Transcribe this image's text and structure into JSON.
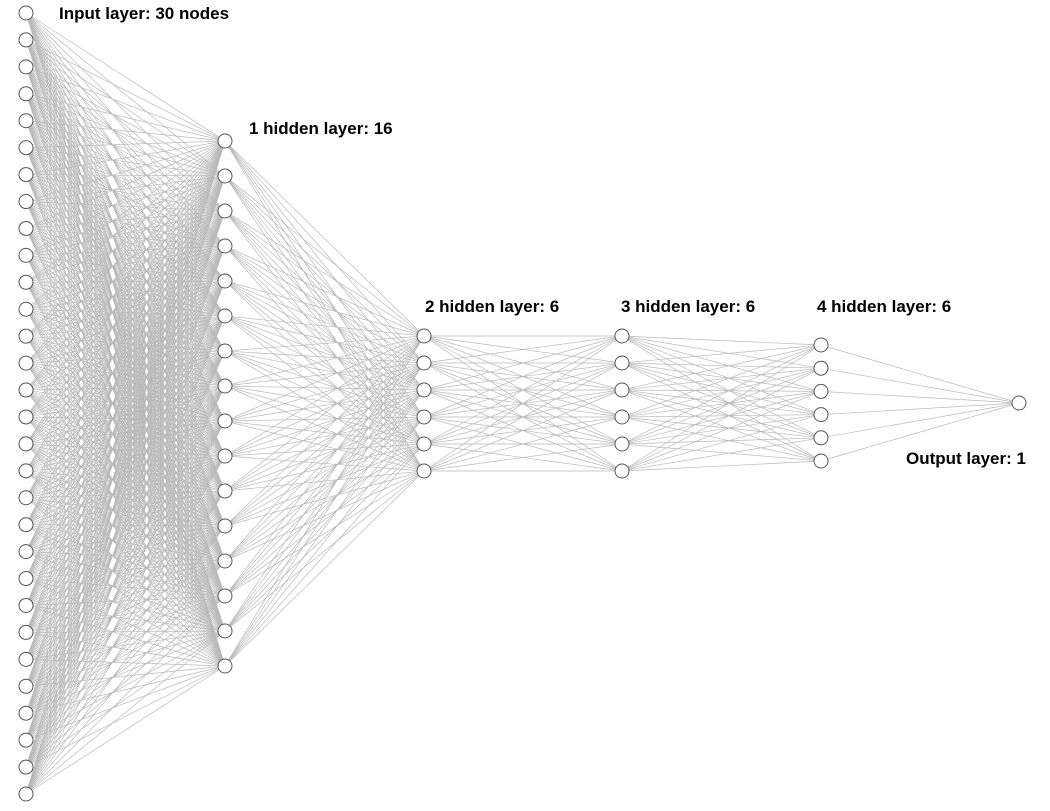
{
  "network": {
    "layers": [
      {
        "id": "input",
        "label": "Input layer: 30 nodes",
        "nodes": 30
      },
      {
        "id": "h1",
        "label": "1 hidden layer: 16",
        "nodes": 16
      },
      {
        "id": "h2",
        "label": "2 hidden layer: 6",
        "nodes": 6
      },
      {
        "id": "h3",
        "label": "3 hidden layer: 6",
        "nodes": 6
      },
      {
        "id": "h4",
        "label": "4 hidden layer: 6",
        "nodes": 6
      },
      {
        "id": "output",
        "label": "Output layer: 1",
        "nodes": 1
      }
    ],
    "connectivity": "fully-connected",
    "colors": {
      "edge": "#b9b9b9",
      "node_stroke": "#555555",
      "node_fill": "#ffffff",
      "label": "#000000"
    }
  }
}
